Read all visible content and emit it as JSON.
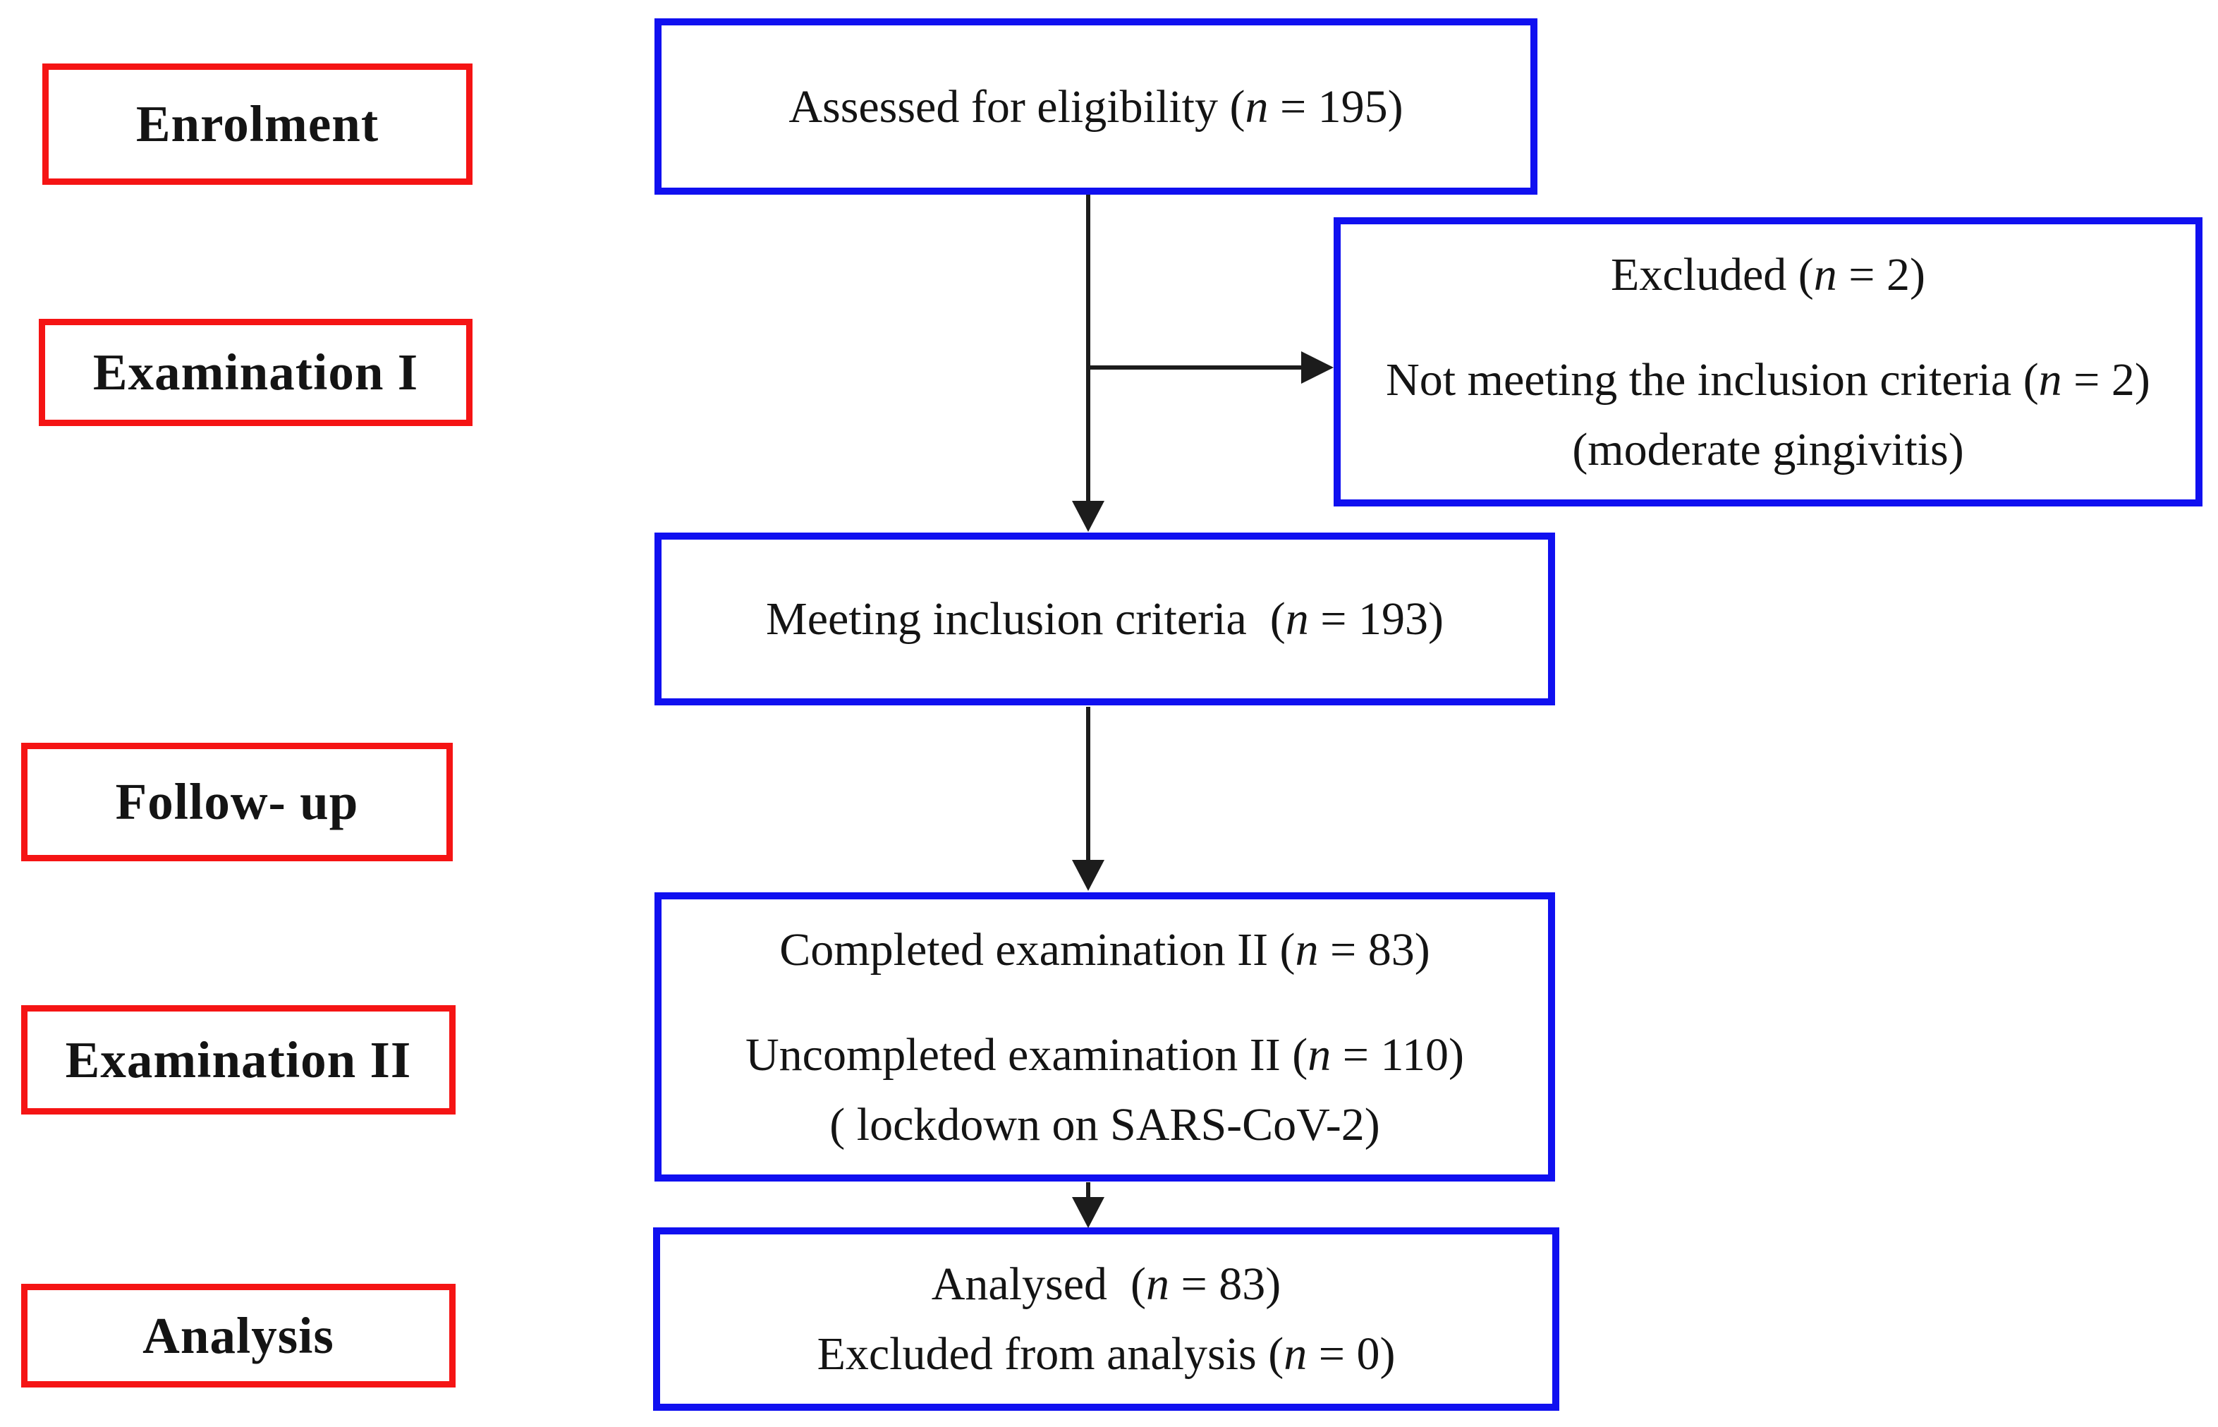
{
  "colors": {
    "flow_box_border_blue": "#1010f0",
    "stage_box_border_red": "#f51414",
    "arrow_black": "#1c1c1c",
    "text": "#141414",
    "background": "#ffffff"
  },
  "stages": [
    {
      "label": "Enrolment"
    },
    {
      "label": "Examination I"
    },
    {
      "label": "Follow- up"
    },
    {
      "label": "Examination II"
    },
    {
      "label": "Analysis"
    }
  ],
  "boxes": {
    "assessed": {
      "lines": [
        {
          "segments": [
            {
              "t": "Assessed for eligibility ("
            },
            {
              "t": "n",
              "i": true
            },
            {
              "t": " = 195)"
            }
          ]
        }
      ]
    },
    "excluded": {
      "lines": [
        {
          "segments": [
            {
              "t": "Excluded ("
            },
            {
              "t": "n",
              "i": true
            },
            {
              "t": " = 2)"
            }
          ]
        },
        {
          "gap_before": true,
          "segments": [
            {
              "t": "Not meeting the inclusion criteria ("
            },
            {
              "t": "n",
              "i": true
            },
            {
              "t": " = 2)"
            }
          ]
        },
        {
          "segments": [
            {
              "t": "(moderate gingivitis)"
            }
          ]
        }
      ]
    },
    "meeting": {
      "lines": [
        {
          "segments": [
            {
              "t": "Meeting inclusion criteria  ("
            },
            {
              "t": "n",
              "i": true
            },
            {
              "t": " = 193)"
            }
          ]
        }
      ]
    },
    "examination2": {
      "lines": [
        {
          "segments": [
            {
              "t": "Completed examination II ("
            },
            {
              "t": "n",
              "i": true
            },
            {
              "t": " = 83)"
            }
          ]
        },
        {
          "gap_before": true,
          "segments": [
            {
              "t": "Uncompleted examination II ("
            },
            {
              "t": "n",
              "i": true
            },
            {
              "t": " = 110)"
            }
          ]
        },
        {
          "segments": [
            {
              "t": "( lockdown on SARS-CoV-2)"
            }
          ]
        }
      ]
    },
    "analysed": {
      "lines": [
        {
          "segments": [
            {
              "t": "Analysed  ("
            },
            {
              "t": "n",
              "i": true
            },
            {
              "t": " = 83)"
            }
          ]
        },
        {
          "segments": [
            {
              "t": "Excluded from analysis ("
            },
            {
              "t": "n",
              "i": true
            },
            {
              "t": " = 0)"
            }
          ]
        }
      ]
    }
  }
}
